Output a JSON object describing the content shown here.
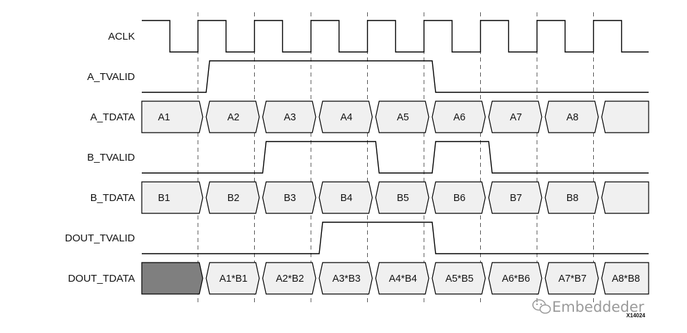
{
  "signals": [
    {
      "name": "ACLK",
      "type": "clock"
    },
    {
      "name": "A_TVALID",
      "type": "valid",
      "levels": [
        0,
        1,
        1,
        1,
        1,
        0,
        0,
        0,
        0
      ]
    },
    {
      "name": "A_TDATA",
      "type": "bus",
      "cells": [
        "A1",
        "A2",
        "A3",
        "A4",
        "A5",
        "A6",
        "A7",
        "A8",
        ""
      ]
    },
    {
      "name": "B_TVALID",
      "type": "valid",
      "levels": [
        0,
        0,
        1,
        1,
        0,
        1,
        0,
        0,
        0
      ]
    },
    {
      "name": "B_TDATA",
      "type": "bus",
      "cells": [
        "B1",
        "B2",
        "B3",
        "B4",
        "B5",
        "B6",
        "B7",
        "B8",
        ""
      ]
    },
    {
      "name": "DOUT_TVALID",
      "type": "valid",
      "levels": [
        0,
        0,
        0,
        1,
        1,
        0,
        0,
        0,
        0
      ]
    },
    {
      "name": "DOUT_TDATA",
      "type": "bus",
      "cells": [
        "",
        "A1*B1",
        "A2*B2",
        "A3*B3",
        "A4*B4",
        "A5*B5",
        "A6*B6",
        "A7*B7",
        "A8*B8"
      ],
      "undefined_first": true
    }
  ],
  "colors": {
    "bus_fill": "#f0f0f0",
    "undefined_fill": "#7f7f7f",
    "line": "#000000",
    "guide": "#555555"
  },
  "figure_id": "X14024",
  "watermark": {
    "text": "Embeddeder",
    "icon": "wechat-icon"
  }
}
